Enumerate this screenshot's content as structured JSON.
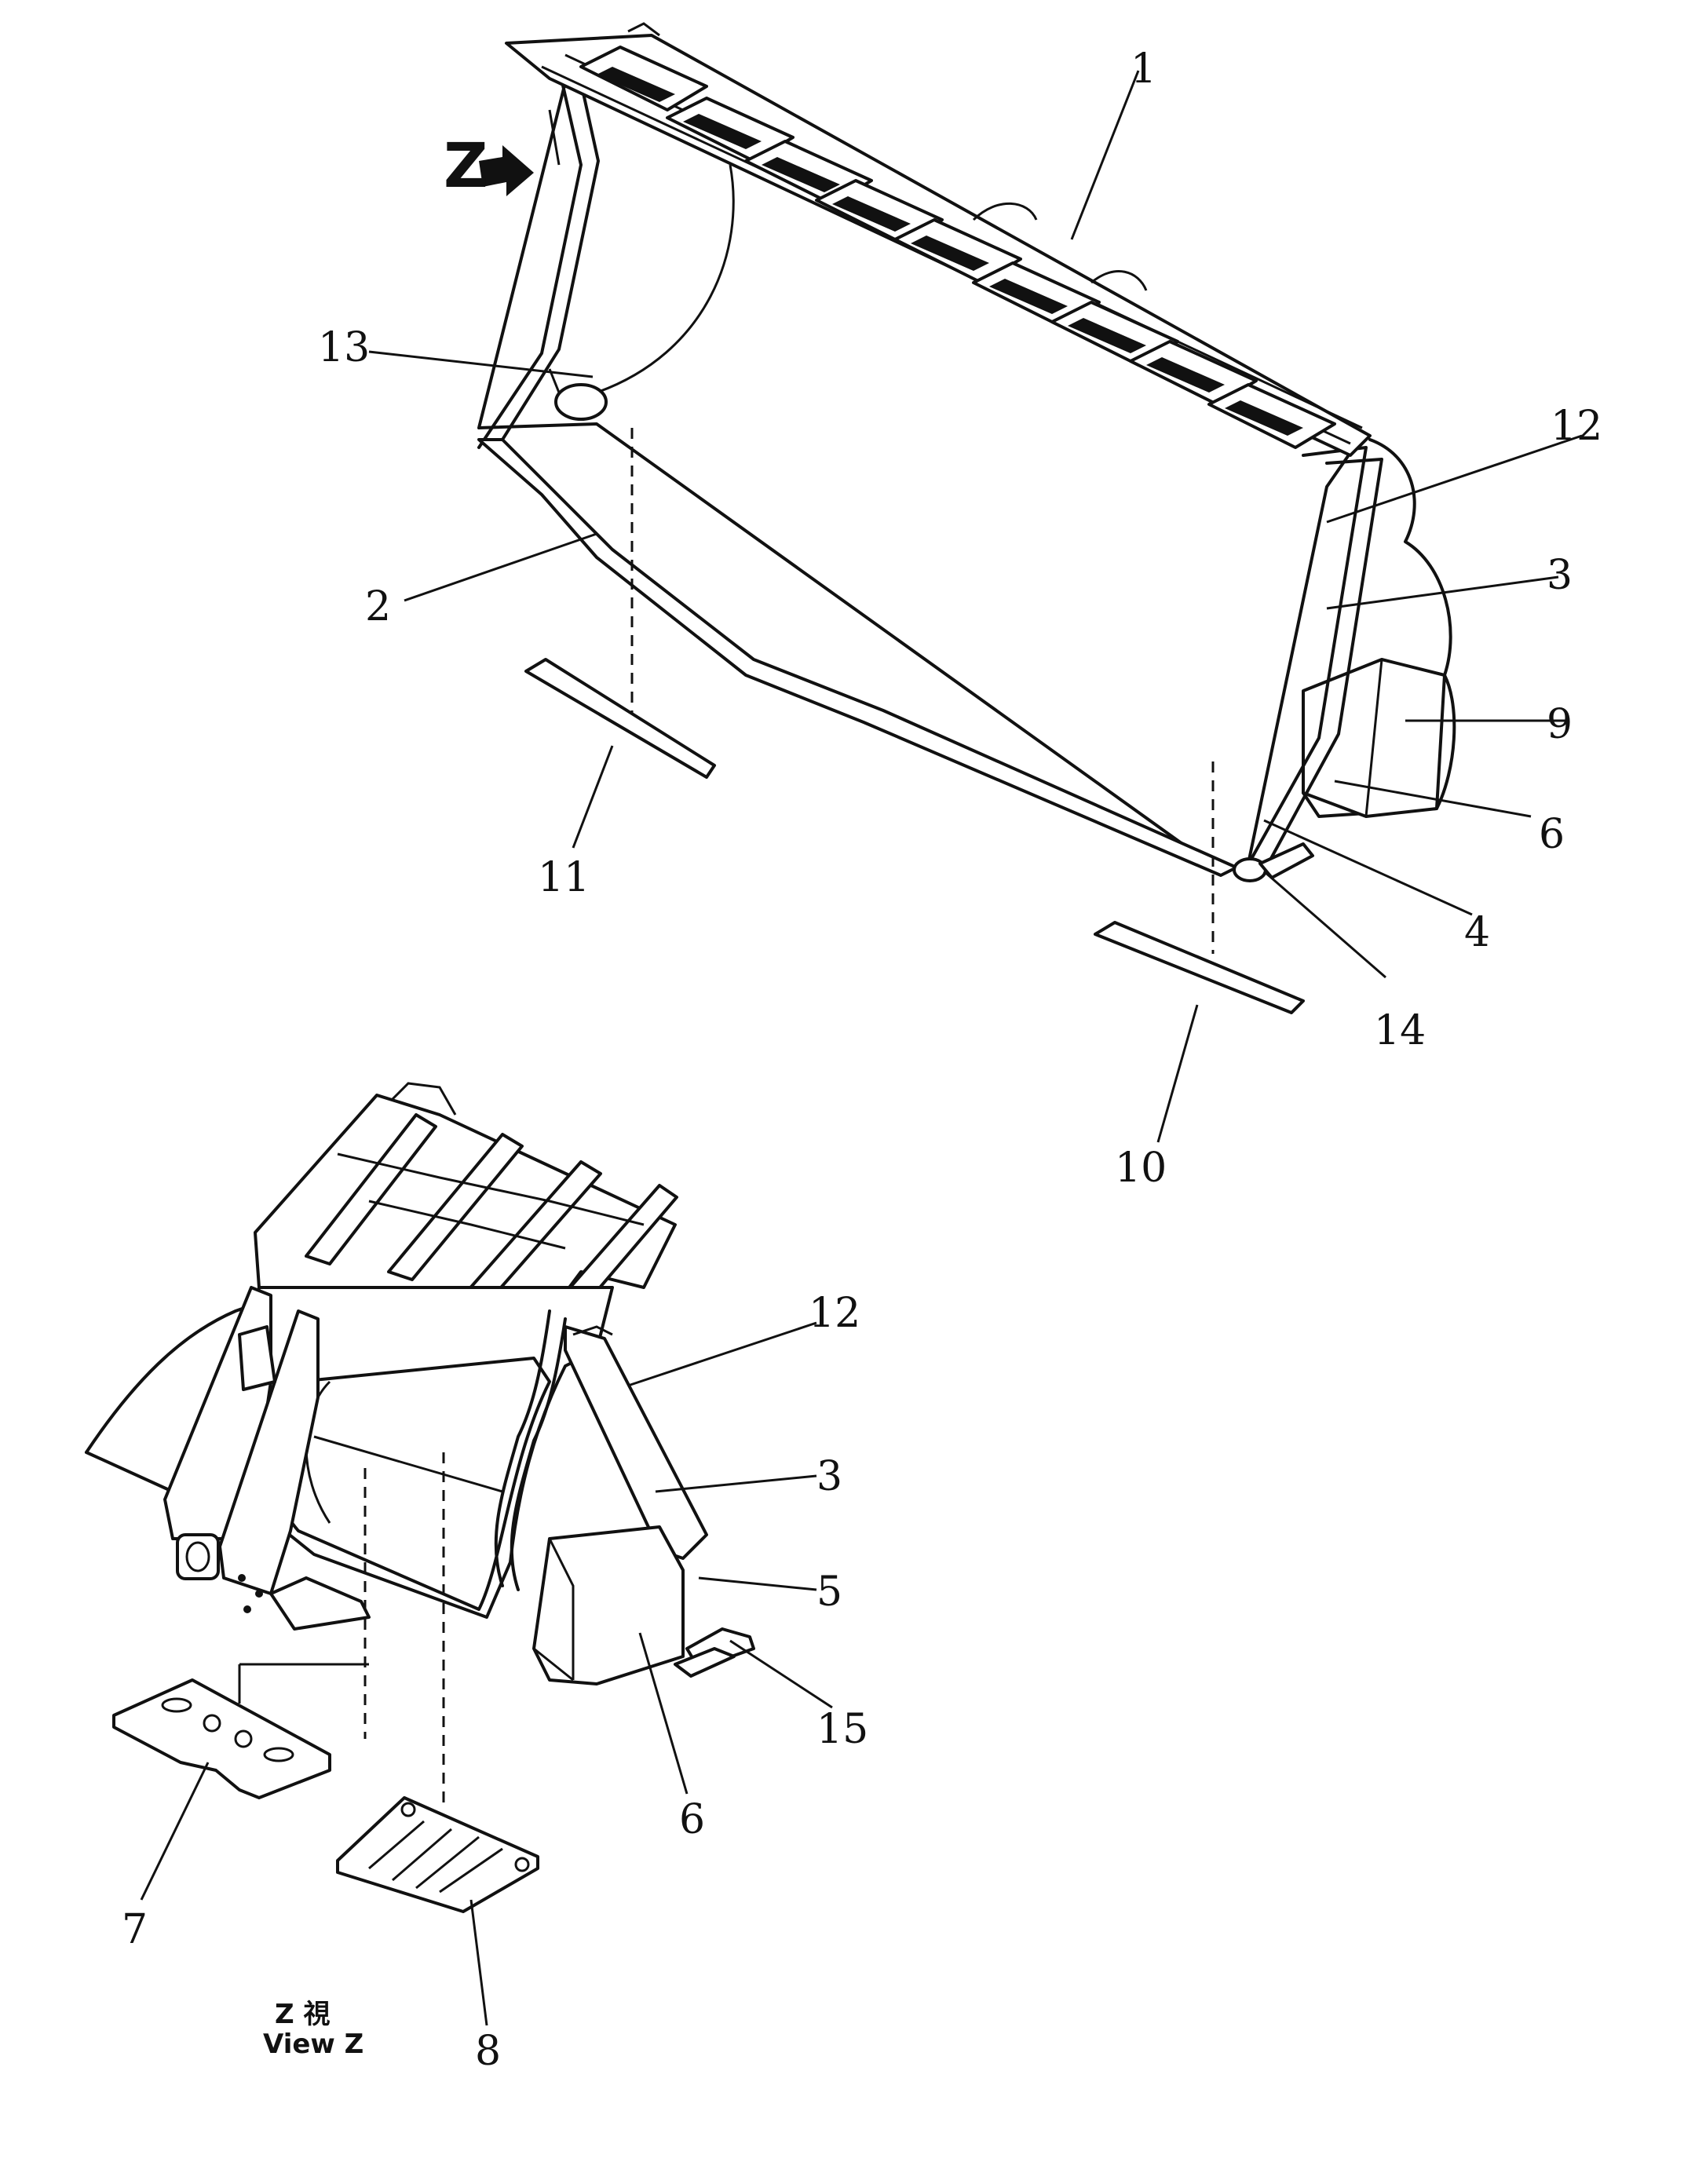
{
  "view_marker": {
    "letter": "Z"
  },
  "caption": {
    "line1": "Z 視",
    "line2": "View Z"
  },
  "callouts": {
    "c1": "1",
    "c2": "2",
    "c3": "3",
    "c4": "4",
    "c6": "6",
    "c9": "9",
    "c10": "10",
    "c11": "11",
    "c12": "12",
    "c13": "13",
    "c14": "14",
    "v3": "3",
    "v5": "5",
    "v6": "6",
    "v7": "7",
    "v8": "8",
    "v12": "12",
    "v15": "15"
  }
}
